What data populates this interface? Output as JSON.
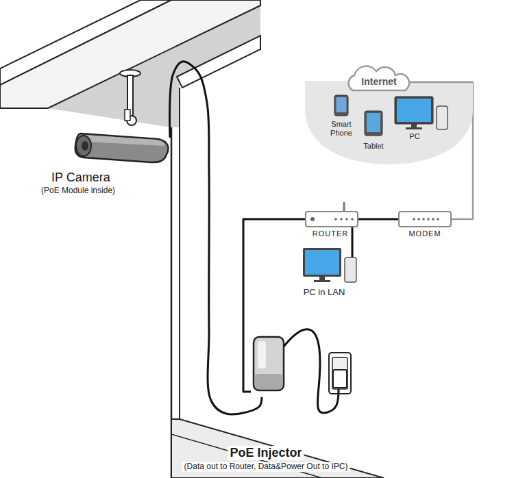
{
  "diagram": {
    "nodes": [
      {
        "text": [
          "Internet"
        ]
      },
      {
        "text": [
          "Smart Phone"
        ],
        "in": 0
      },
      {
        "text": [
          "Tablet"
        ],
        "in": 0
      },
      {
        "text": [
          "PC"
        ],
        "in": 0
      },
      {
        "text": [
          "ROUTER"
        ]
      },
      {
        "text": [
          "MODEM"
        ]
      },
      {
        "text": [
          "PC in LAN"
        ]
      },
      {
        "text": [
          "IP Camera",
          "(PoE Module inside)"
        ]
      },
      {
        "text": [
          "PoE Injector",
          "(Data out to Router, Data&Power Out to IPC)"
        ]
      }
    ],
    "edges": [
      {
        "from": 5,
        "to": 0,
        "arrow": "none"
      },
      {
        "from": 4,
        "to": 5,
        "arrow": "none"
      },
      {
        "from": 4,
        "to": 6,
        "arrow": "none"
      },
      {
        "from": 4,
        "to": 8,
        "arrow": "none"
      },
      {
        "from": 8,
        "to": 7,
        "arrow": "none"
      }
    ]
  }
}
